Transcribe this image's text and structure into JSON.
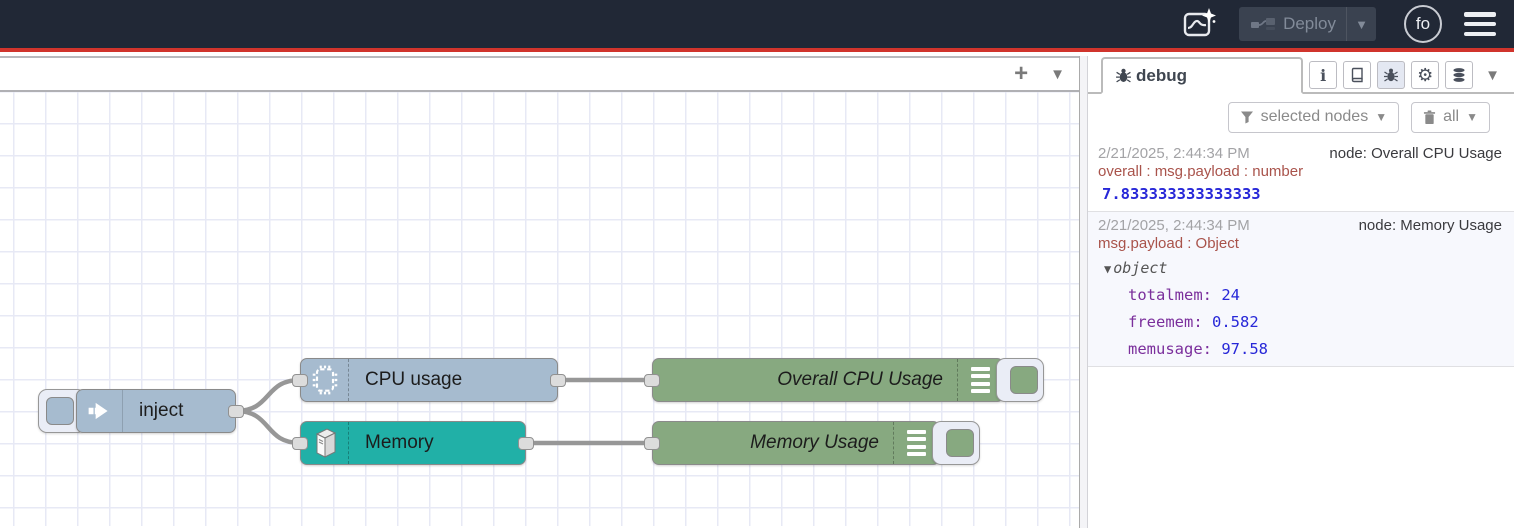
{
  "header": {
    "deploy_label": "Deploy",
    "avatar_text": "fo"
  },
  "workspace_tabs": {
    "add_label": "+"
  },
  "flow": {
    "inject_node": {
      "label": "inject"
    },
    "cpu_node": {
      "label": "CPU usage"
    },
    "memory_node": {
      "label": "Memory"
    },
    "debug_cpu_node": {
      "label": "Overall CPU Usage"
    },
    "debug_memory_node": {
      "label": "Memory Usage"
    }
  },
  "sidebar": {
    "tab_label": "debug",
    "filter_label": "selected nodes",
    "clear_label": "all",
    "messages": [
      {
        "timestamp": "2/21/2025, 2:44:34 PM",
        "node": "node: Overall CPU Usage",
        "property": "overall : msg.payload : number",
        "value": "7.833333333333333"
      },
      {
        "timestamp": "2/21/2025, 2:44:34 PM",
        "node": "node: Memory Usage",
        "property": "msg.payload : Object",
        "object_label": "object",
        "entries": [
          {
            "key": "totalmem:",
            "value": "24"
          },
          {
            "key": "freemem:",
            "value": "0.582"
          },
          {
            "key": "memusage:",
            "value": "97.58"
          }
        ]
      }
    ]
  },
  "colors": {
    "header_bg": "#212836",
    "accent_red": "#d0342c",
    "node_blue": "#a6bbcf",
    "node_teal": "#21b0a7",
    "node_green": "#87a980",
    "value_blue": "#2727d8",
    "key_purple": "#7b2f9c",
    "property_red": "#a9534b"
  }
}
